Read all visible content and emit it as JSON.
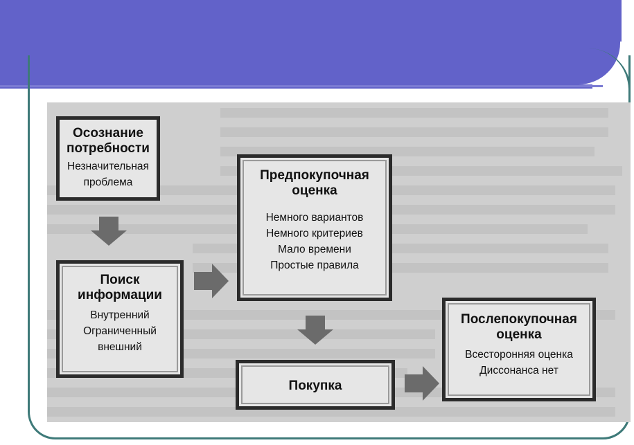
{
  "boxes": {
    "awareness": {
      "title_line1": "Осознание",
      "title_line2": "потребности",
      "line1": "Незначительная",
      "line2": "проблема"
    },
    "search": {
      "title_line1": "Поиск",
      "title_line2": "информации",
      "line1": "Внутренний",
      "line2": "Ограниченный",
      "line3": "внешний"
    },
    "pre_evaluation": {
      "title_line1": "Предпокупочная",
      "title_line2": "оценка",
      "line1": "Немного вариантов",
      "line2": "Немного критериев",
      "line3": "Мало времени",
      "line4": "Простые правила"
    },
    "purchase": {
      "title": "Покупка"
    },
    "post_evaluation": {
      "title_line1": "Послепокупочная",
      "title_line2": "оценка",
      "line1": "Всесторонняя оценка",
      "line2": "Диссонанса нет"
    }
  },
  "colors": {
    "header": "#6262c9",
    "frame": "#3e7a79",
    "arrow": "#6b6b6b"
  }
}
